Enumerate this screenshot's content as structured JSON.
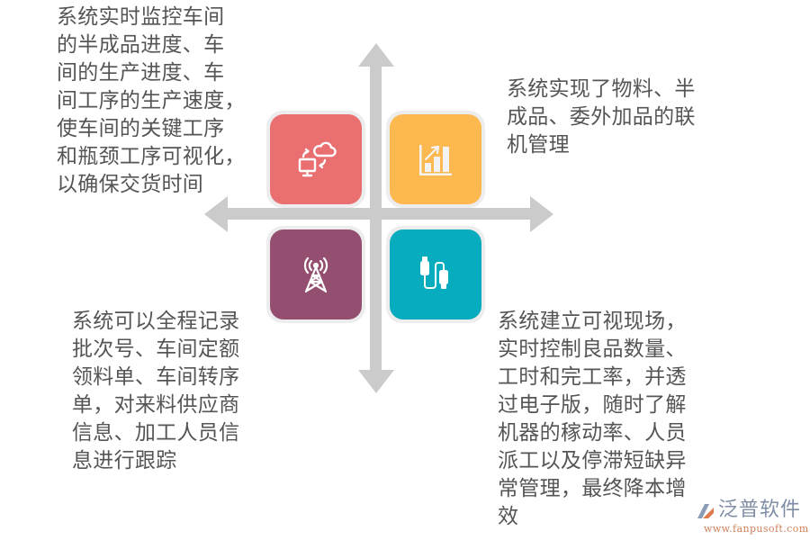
{
  "diagram": {
    "type": "four-quadrant-cross",
    "axis_color": "#cbcbcb",
    "text_color": "#555555",
    "quadrants": [
      {
        "position": "top-left",
        "icon": "computer-cloud-sync-icon",
        "color": "#e96f70",
        "text": "系统实时监控车间\n的半成品进度、车\n间的生产进度、车\n间工序的生产速度，\n使车间的关键工序\n和瓶颈工序可视化，\n以确保交货时间"
      },
      {
        "position": "top-right",
        "icon": "bar-chart-growth-icon",
        "color": "#fdb94f",
        "text": "系统实现了物料、半\n成品、委外加品的联\n机管理"
      },
      {
        "position": "bottom-left",
        "icon": "signal-tower-icon",
        "color": "#944f70",
        "text": "系统可以全程记录\n批次号、车间定额\n领料单、车间转序\n单，对来料供应商\n信息、加工人员信\n息进行跟踪"
      },
      {
        "position": "bottom-right",
        "icon": "usb-cable-icon",
        "color": "#08acbf",
        "text": "系统建立可视现场，\n实时控制良品数量、\n工时和完工率，并透\n过电子版，随时了解\n机器的稼动率、人员\n派工以及停滞短缺异\n常管理，最终降本增\n效"
      }
    ]
  },
  "watermark": {
    "name": "泛普软件",
    "url": "www.fanpusoft.com",
    "name_color": "#7f8ea6",
    "url_color": "#d0805a"
  }
}
